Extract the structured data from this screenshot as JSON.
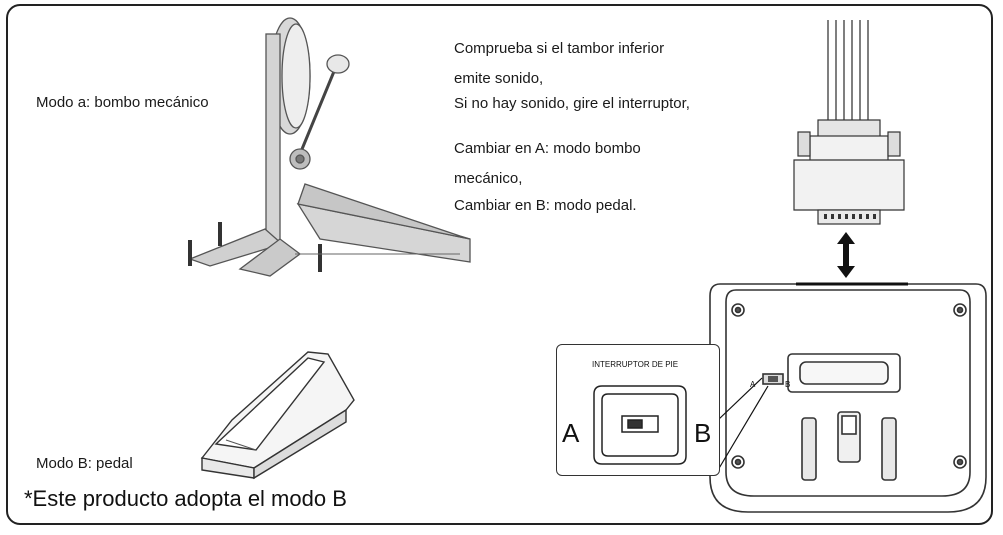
{
  "labels": {
    "mode_a": "Modo a: bombo mecánico",
    "mode_b": "Modo B: pedal",
    "note": "*Este producto adopta el modo B"
  },
  "instructions": {
    "line1": "Comprueba si el tambor inferior",
    "line2": "emite sonido,",
    "line3": "Si no hay sonido, gire el interruptor,",
    "line4": "Cambiar en A: modo bombo",
    "line5": "mecánico,",
    "line6": "Cambiar en B: modo pedal."
  },
  "switch_panel": {
    "title": "INTERRUPTOR DE PIE",
    "left": "A",
    "right": "B",
    "small_left": "A",
    "small_right": "B"
  },
  "icons": [
    "kick-pad-illustration",
    "pedal-illustration",
    "cable-connector-icon",
    "double-arrow-icon",
    "module-back-panel",
    "switch-icon"
  ]
}
